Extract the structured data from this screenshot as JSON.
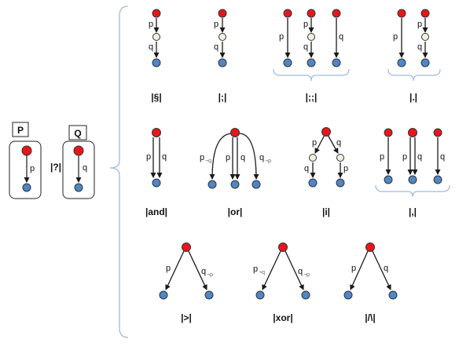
{
  "colors": {
    "top_node": "#e8161b",
    "mid_node": "#f1efdf",
    "bottom_node": "#4f86c6",
    "brace": "#9fbbd8",
    "edge": "#1a1a1a"
  },
  "left": {
    "p_box": "P",
    "q_box": "Q",
    "p_label": "p",
    "q_label": "q",
    "operator": "|?|"
  },
  "labels": {
    "p": "p",
    "q": "q",
    "not_q": "¬q",
    "not_p": "¬p"
  },
  "operators": {
    "seq": "|§|",
    "semi": "|;|",
    "semisemi": "|;;|",
    "dot": "|.|",
    "and": "|and|",
    "or": "|or|",
    "i": "|i|",
    "comma": "|,|",
    "gt": "|>|",
    "xor": "|xor|",
    "wedge": "|/\\|"
  }
}
